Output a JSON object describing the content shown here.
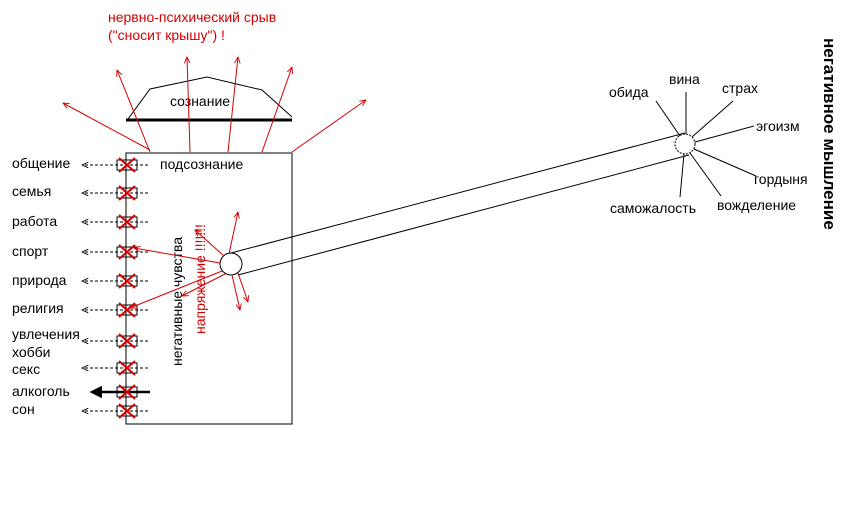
{
  "colors": {
    "accent_red": "#d40000",
    "line": "#000000",
    "background": "#ffffff"
  },
  "top_caption": {
    "line1": "нервно-психический срыв",
    "line2": "(\"сносит крышу\") !"
  },
  "consciousness_label": "сознание",
  "subconscious_label": "подсознание",
  "negative_feelings_label": "негативные чувства",
  "tension_label": "напряжение !!!!!!!",
  "vertical_title": "негативное мышление",
  "life_areas": [
    "общение",
    "семья",
    "работа",
    "спорт",
    "природа",
    "религия",
    "увлечения",
    "хобби",
    "секс",
    "алкоголь",
    "сон"
  ],
  "thought_labels": {
    "obida": "обида",
    "vina": "вина",
    "strakh": "страх",
    "egoizm": "эгоизм",
    "gordynya": "гордыня",
    "vozhdelenie": "вожделение",
    "samozhalost": "саможалость"
  }
}
